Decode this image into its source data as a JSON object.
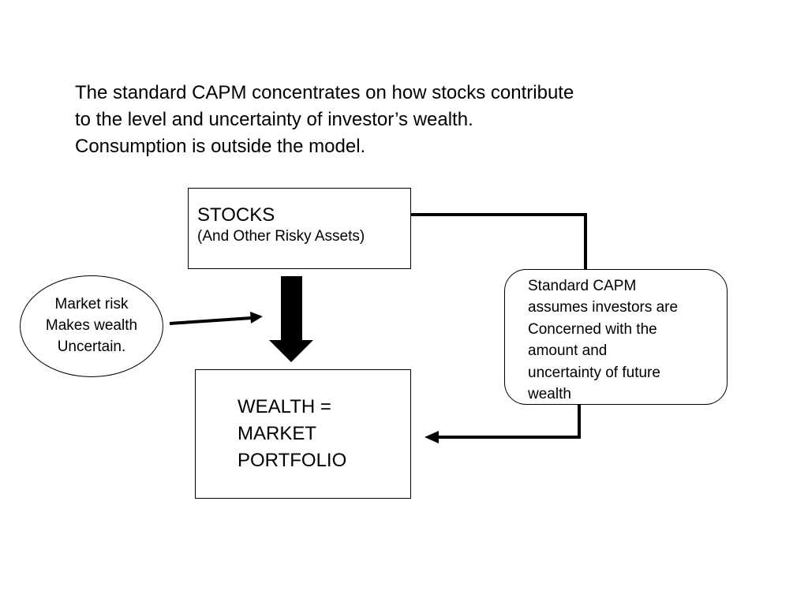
{
  "intro": {
    "lines": [
      "The standard CAPM concentrates on how stocks contribute",
      "to the level and uncertainty of investor’s wealth.",
      "Consumption is outside the model."
    ]
  },
  "stocks_box": {
    "title": "STOCKS",
    "subtitle": "(And Other Risky Assets)"
  },
  "wealth_box": {
    "lines": [
      "WEALTH =",
      "MARKET",
      "PORTFOLIO"
    ]
  },
  "callout": {
    "lines": [
      "Standard CAPM",
      "assumes investors are",
      "Concerned with the",
      "amount and",
      "uncertainty of future",
      "wealth"
    ]
  },
  "market_oval": {
    "lines": [
      "Market risk",
      "Makes wealth",
      "Uncertain."
    ]
  },
  "colors": {
    "ink": "#000000",
    "background": "#ffffff"
  }
}
